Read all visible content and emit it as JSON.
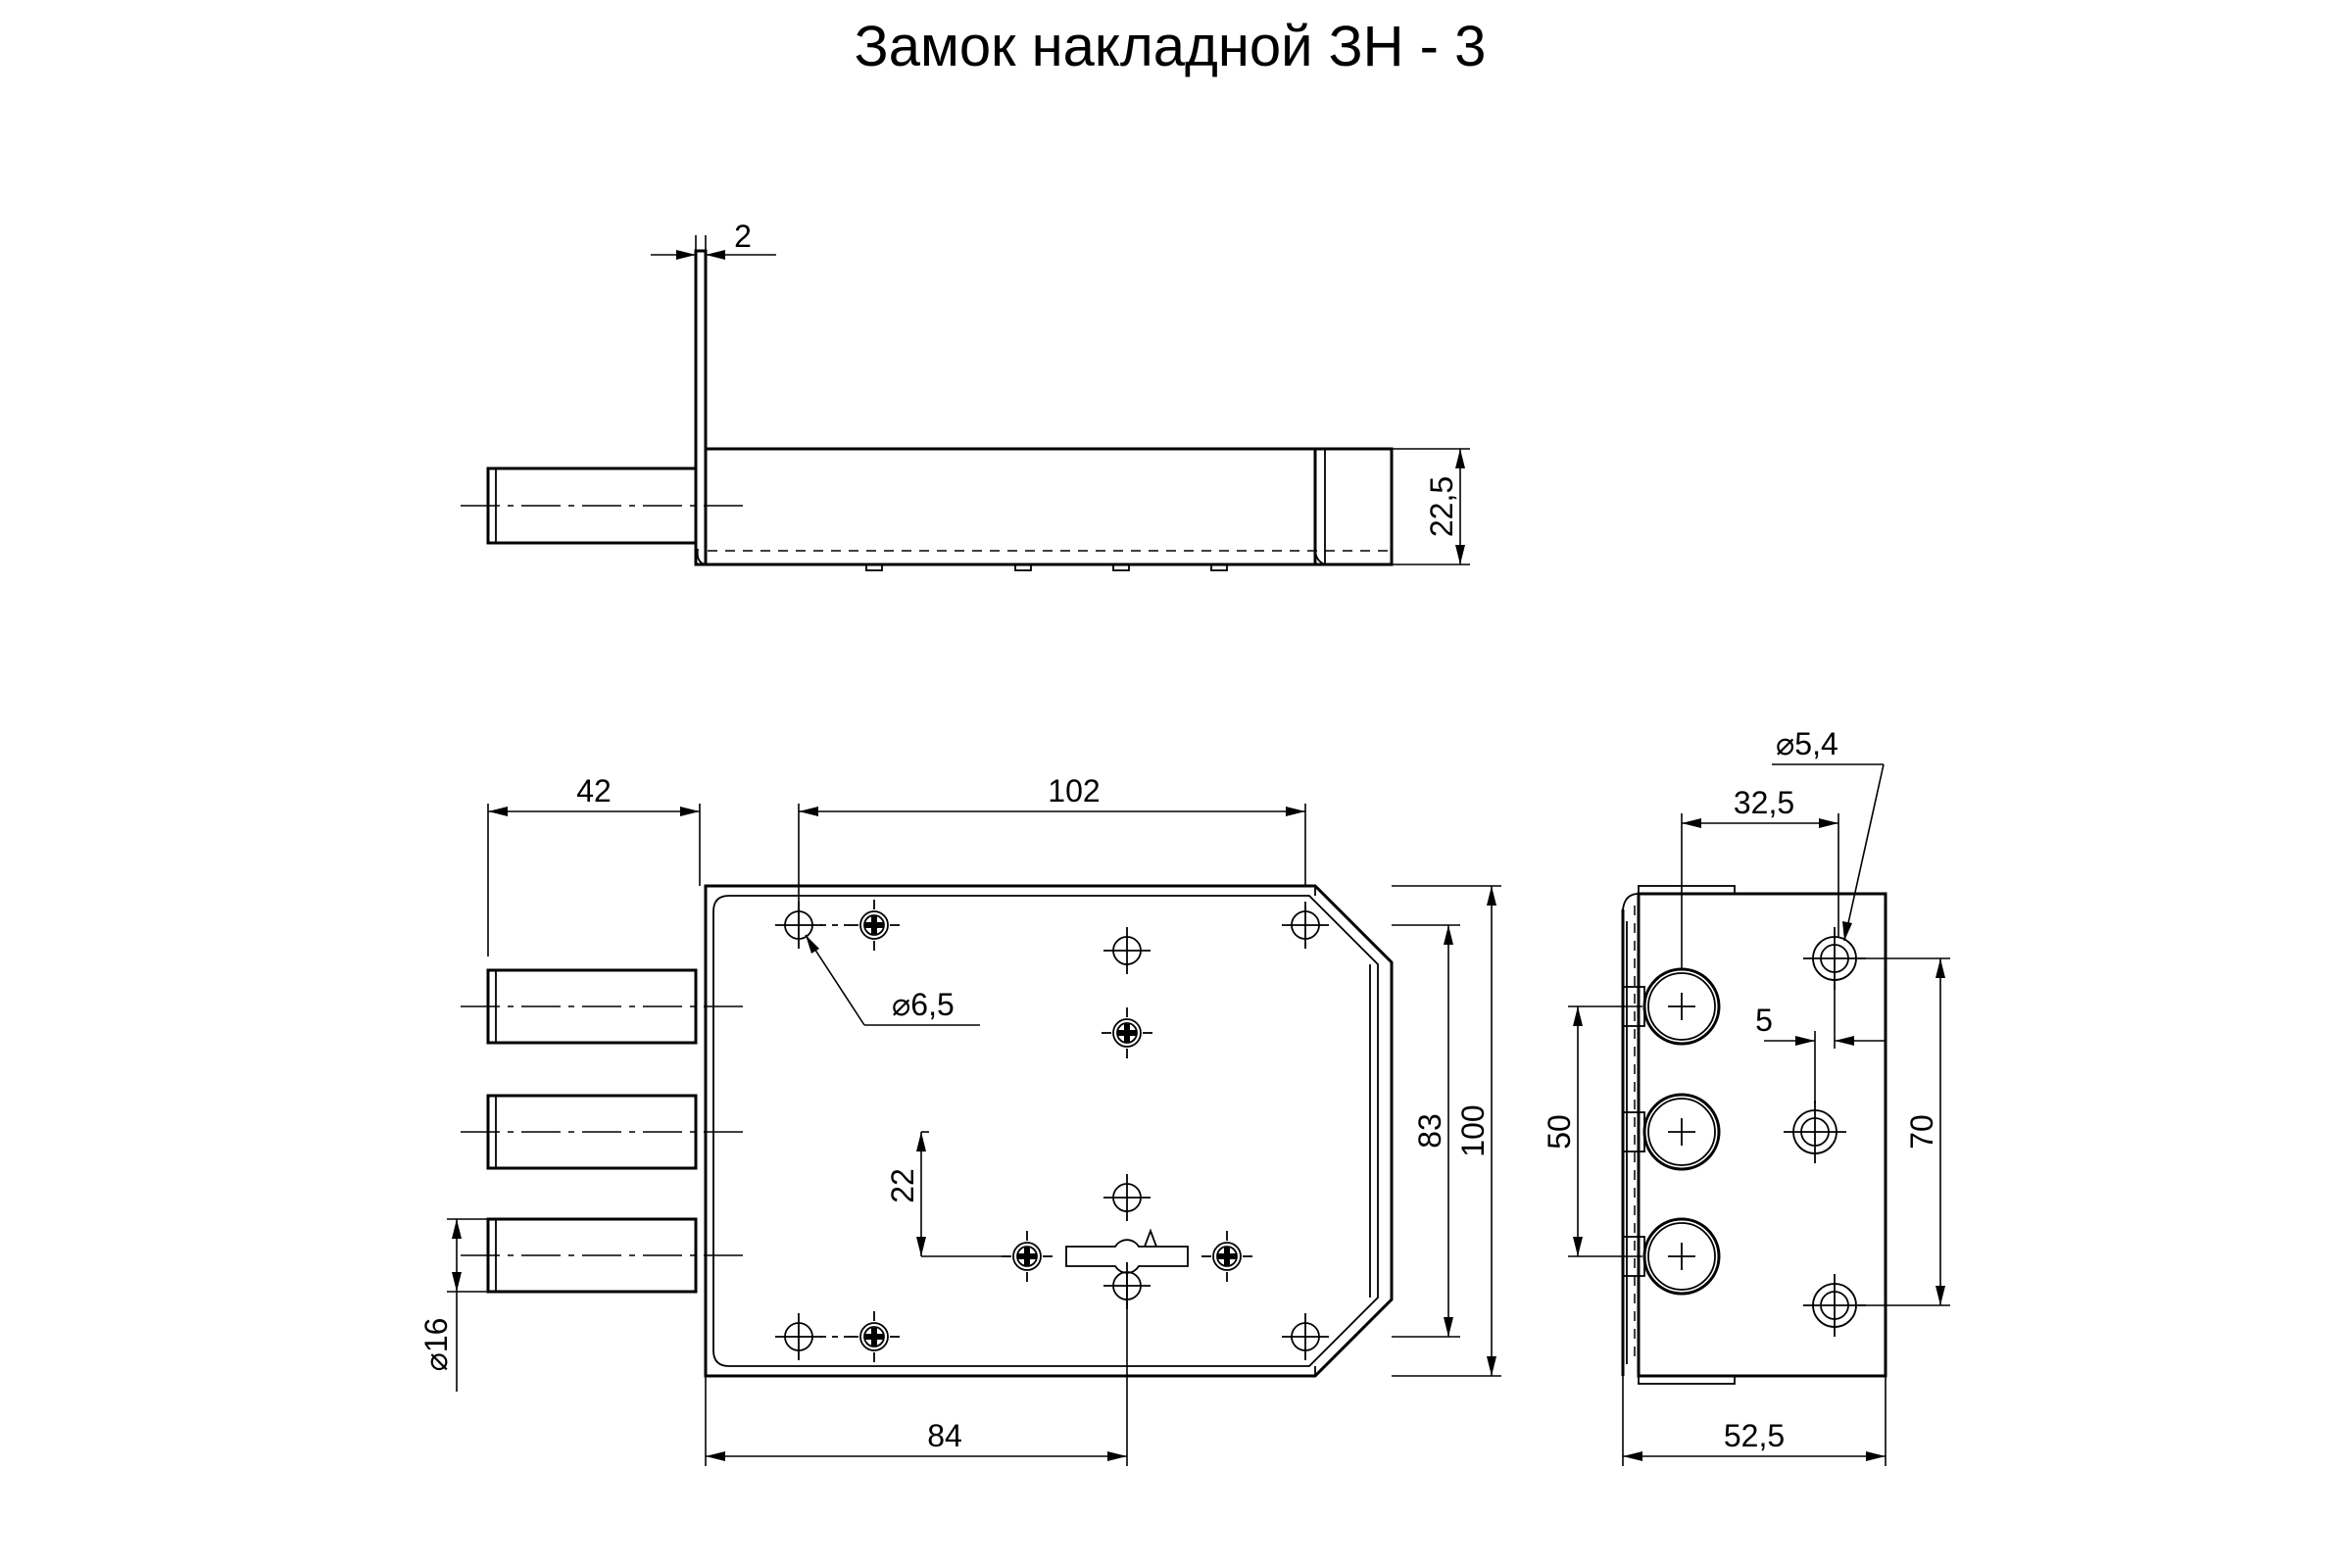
{
  "title": "Замок накладной ЗН - 3",
  "dimensions": {
    "plate_thickness": "2",
    "body_depth": "22,5",
    "bolt_extension": "42",
    "mount_hole_spacing_top": "102",
    "mount_hole_diameter": "6,5",
    "height_inner": "83",
    "height_overall": "100",
    "keyhole_offset": "22",
    "bolt_diameter": "16",
    "keyhole_from_edge": "84",
    "strike_hole_diameter": "5,4",
    "strike_hole_offset": "32,5",
    "strike_hole_step": "5",
    "bolt_spacing": "50",
    "strike_hole_spacing": "70",
    "strike_width": "52,5"
  }
}
